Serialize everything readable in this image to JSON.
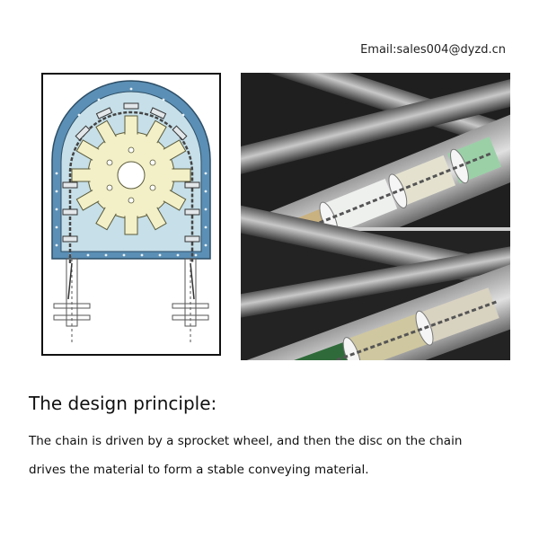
{
  "contact": {
    "email": "Email:sales004@dyzd.cn"
  },
  "section": {
    "heading": "The design principle:",
    "body_lines": [
      "The chain is driven by a sprocket wheel, and then the disc on the chain",
      "drives the material to form a stable conveying material."
    ]
  },
  "colors": {
    "casing_blue": "#5b8fb5",
    "casing_fill": "#c6dfe8",
    "sprocket_fill": "#f3f0c8",
    "tube_grey": "#8d8d8d"
  }
}
